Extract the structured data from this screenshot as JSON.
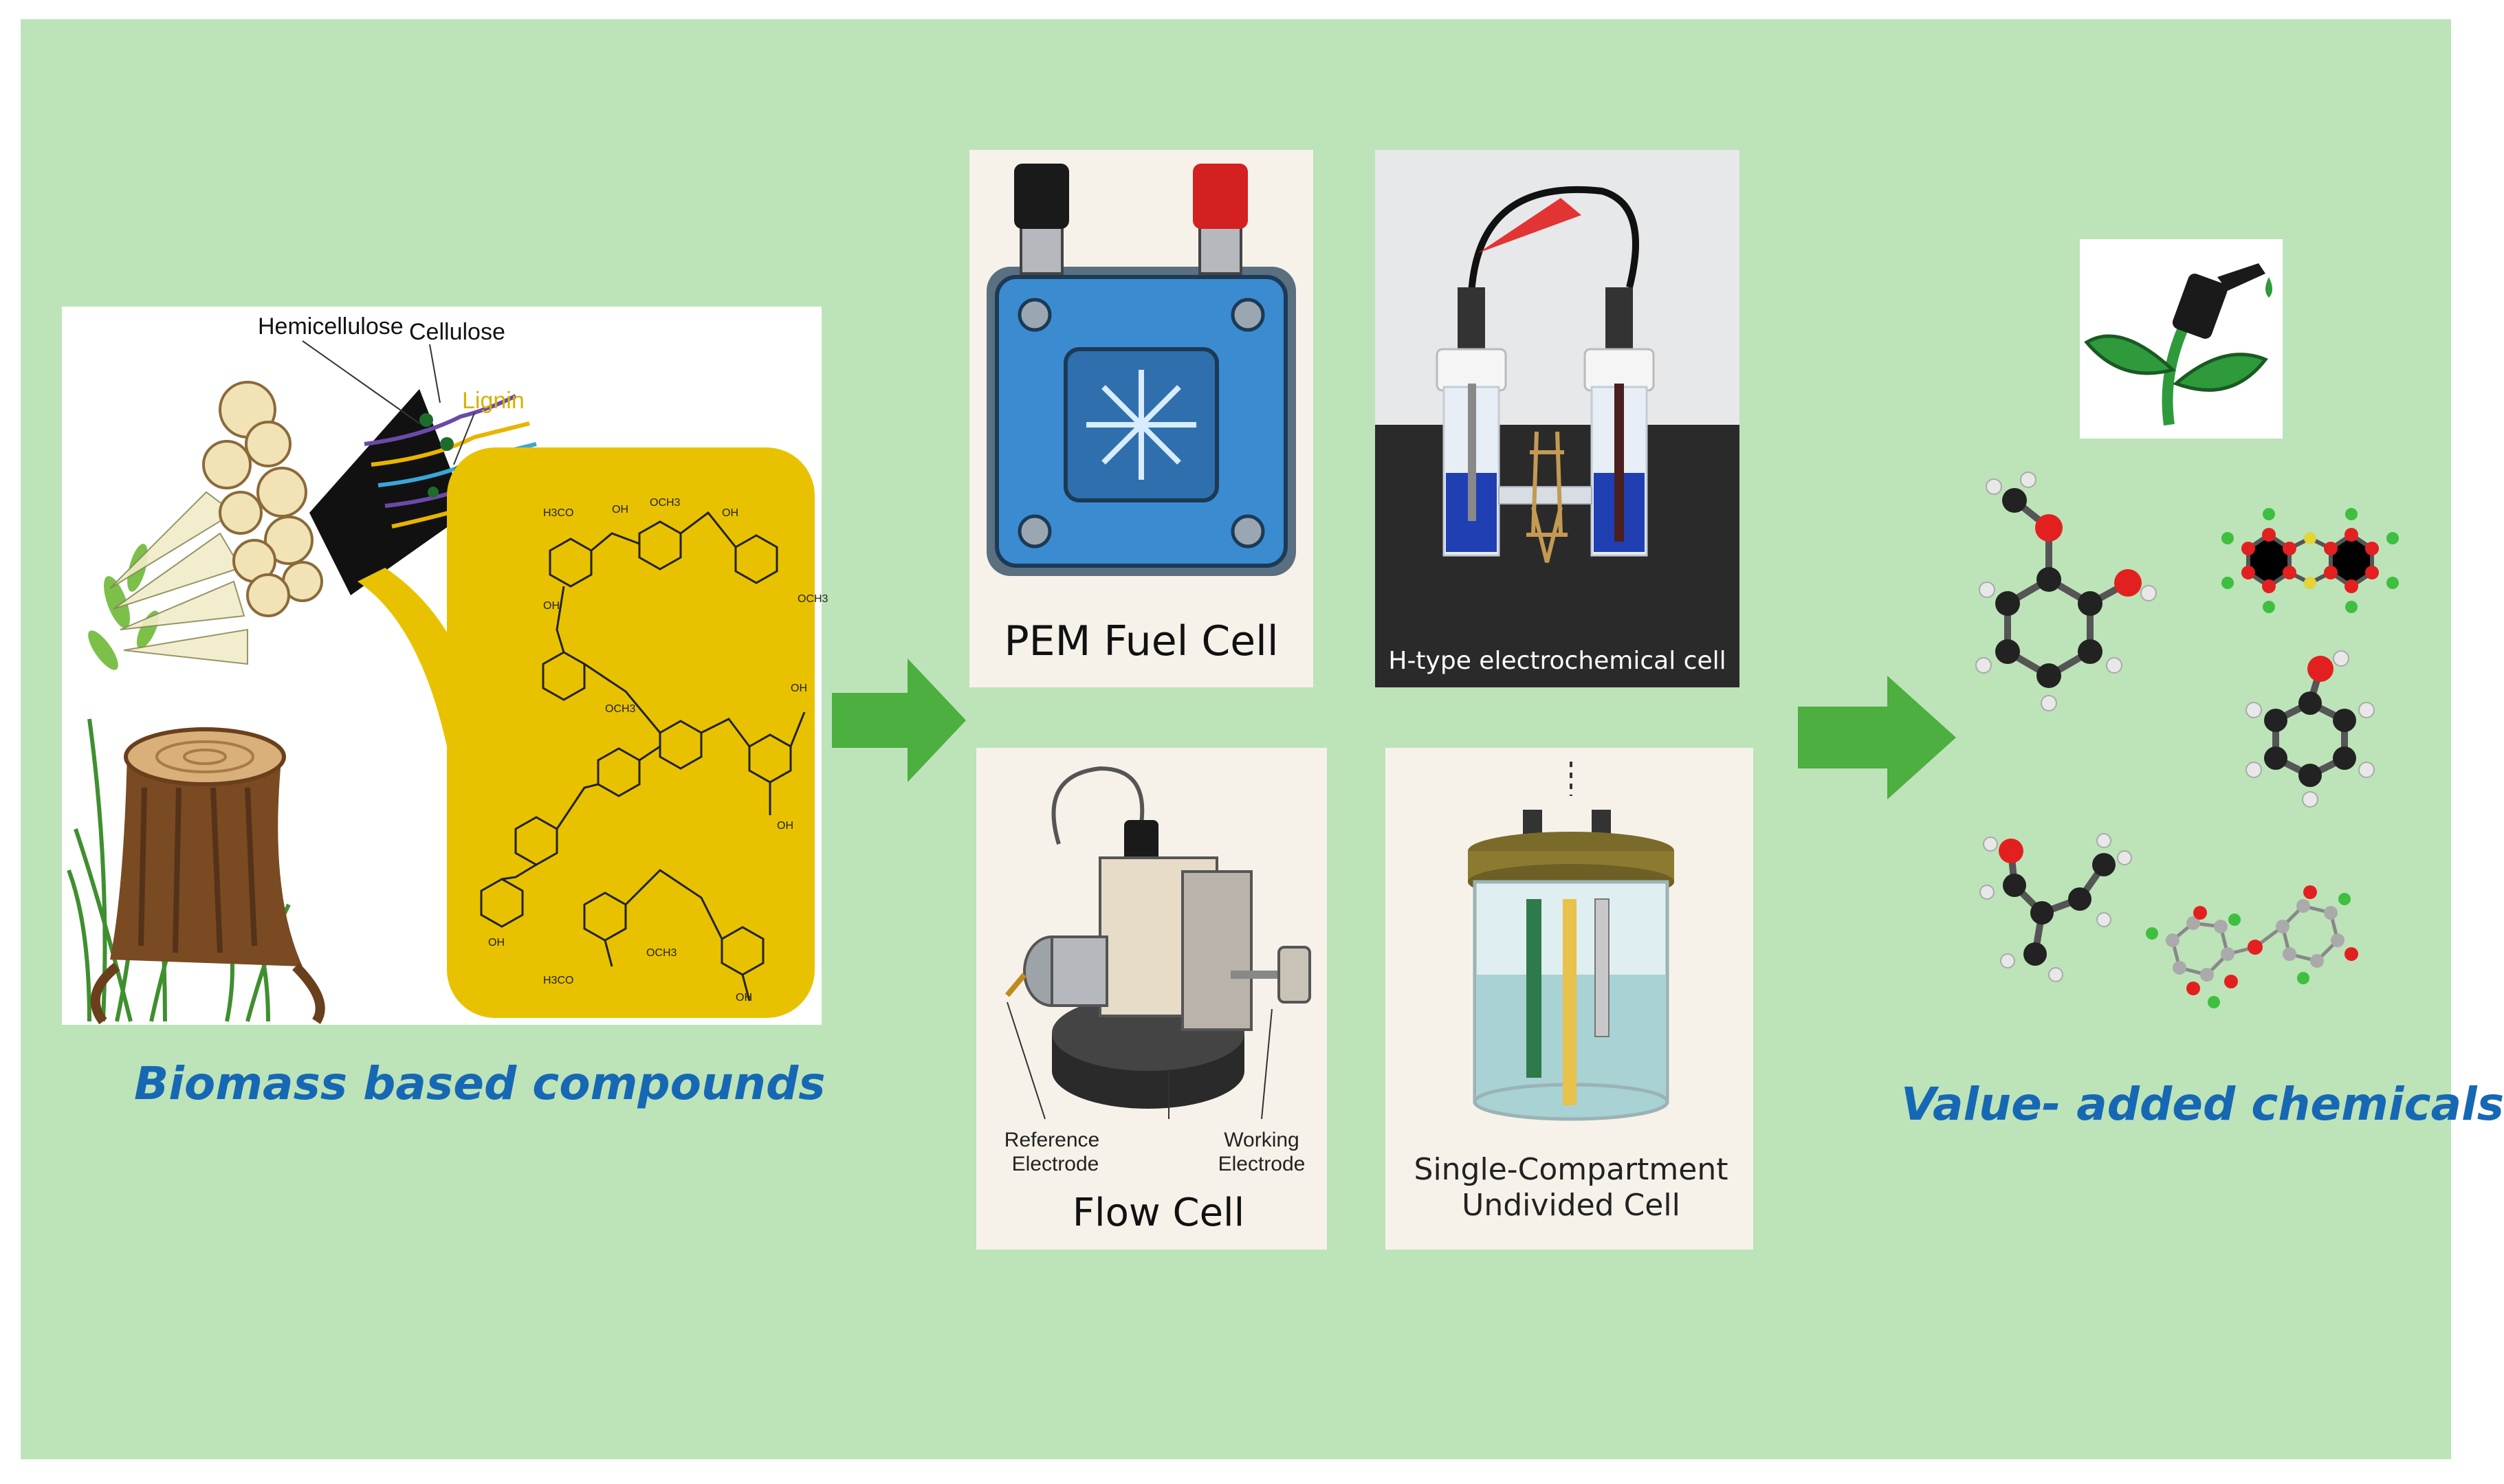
{
  "colors": {
    "background": "#bde3b9",
    "arrow": "#4caf3f",
    "caption": "#1668b4",
    "lignin": "#e8c200"
  },
  "biomass": {
    "labels": {
      "hemicellulose": "Hemicellulose",
      "cellulose": "Cellulose",
      "lignin": "Lignin"
    },
    "caption": "Biomass based compounds",
    "structure_labels": {
      "och3_a": "OCH3",
      "och3_b": "OCH3",
      "och3_c": "OCH3",
      "och3_d": "OCH3",
      "h3co_a": "H3CO",
      "h3co_b": "H3CO",
      "oh_a": "OH",
      "oh_b": "OH",
      "oh_c": "OH",
      "oh_d": "OH",
      "oh_e": "OH",
      "oh_f": "OH",
      "oh_g": "OH"
    }
  },
  "cells": {
    "pem": {
      "title": "PEM Fuel Cell"
    },
    "htype": {
      "title": "H-type electrochemical cell"
    },
    "flow": {
      "title": "Flow Cell",
      "reference_line1": "Reference",
      "reference_line2": "Electrode",
      "working_line1": "Working",
      "working_line2": "Electrode"
    },
    "single": {
      "title_line1": "Single-Compartment",
      "title_line2": "Undivided Cell"
    }
  },
  "products": {
    "caption": "Value- added chemicals",
    "icon": "plant-fuel-nozzle-icon"
  }
}
